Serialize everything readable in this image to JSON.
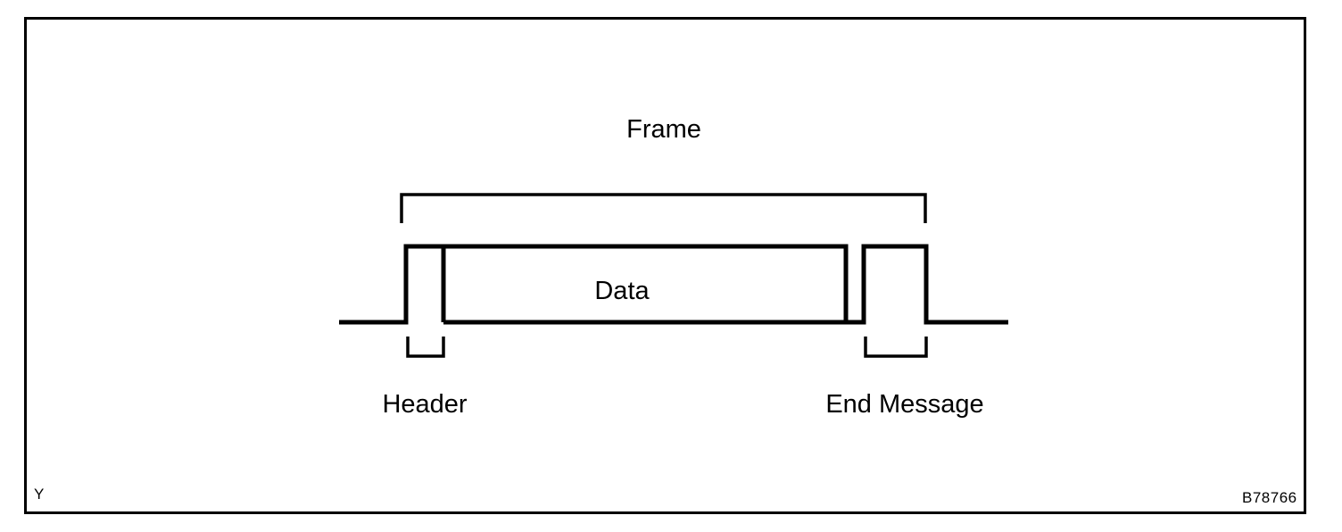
{
  "figure": {
    "border_color": "#000000",
    "background_color": "#ffffff",
    "stroke_color": "#000000",
    "corner_mark": "Y",
    "figure_code": "B78766"
  },
  "labels": {
    "frame": "Frame",
    "data": "Data",
    "header": "Header",
    "end_message": "End Message"
  },
  "chart_data": {
    "type": "line",
    "title": "Frame",
    "xlabel": "",
    "ylabel": "",
    "description": "Digital communication frame timing waveform showing a Header pulse, a Data block and an End Message pulse on a signal line.",
    "grid": false,
    "legend": null,
    "xlim": [
      380,
      1130
    ],
    "ylim": [
      276,
      361
    ],
    "segments": [
      {
        "name": "idle-low-start",
        "level": "low",
        "x_start": 380,
        "x_end": 455
      },
      {
        "name": "header-pulse",
        "level": "high",
        "x_start": 455,
        "x_end": 497
      },
      {
        "name": "header-gap-low",
        "level": "low",
        "x_start": 497,
        "x_end": 497
      },
      {
        "name": "data-block",
        "level": "high",
        "x_start": 497,
        "x_end": 948
      },
      {
        "name": "inter-frame-gap",
        "level": "low",
        "x_start": 948,
        "x_end": 968
      },
      {
        "name": "end-message-pulse",
        "level": "high",
        "x_start": 968,
        "x_end": 1038
      },
      {
        "name": "idle-low-end",
        "level": "low",
        "x_start": 1038,
        "x_end": 1130
      }
    ],
    "annotations": [
      {
        "label": "Frame",
        "type": "span-bracket-top",
        "x_start": 450,
        "x_end": 1037,
        "y": 218
      },
      {
        "label": "Data",
        "type": "inline-text",
        "x": 697,
        "y": 327
      },
      {
        "label": "Header",
        "type": "span-bracket-bottom",
        "x_start": 456,
        "x_end": 497,
        "y": 399
      },
      {
        "label": "End Message",
        "type": "span-bracket-bottom",
        "x_start": 968,
        "x_end": 1038,
        "y": 399
      }
    ]
  }
}
